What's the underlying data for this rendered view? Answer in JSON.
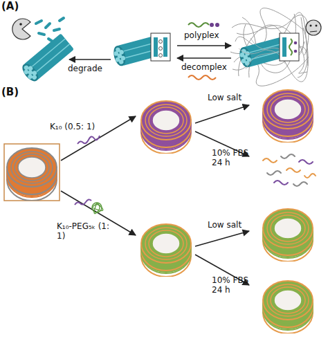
{
  "diagram": {
    "labels": [
      "(A)",
      "degrade",
      "polyplex",
      "decomplex",
      "(B)",
      "K₁₀ (0.5: 1)",
      "K₁₀-PEG₅ₖ (1: 1)",
      "Low salt",
      "10% FBS 24 h",
      "Low salt",
      "10% FBS 24 h"
    ]
  }
}
